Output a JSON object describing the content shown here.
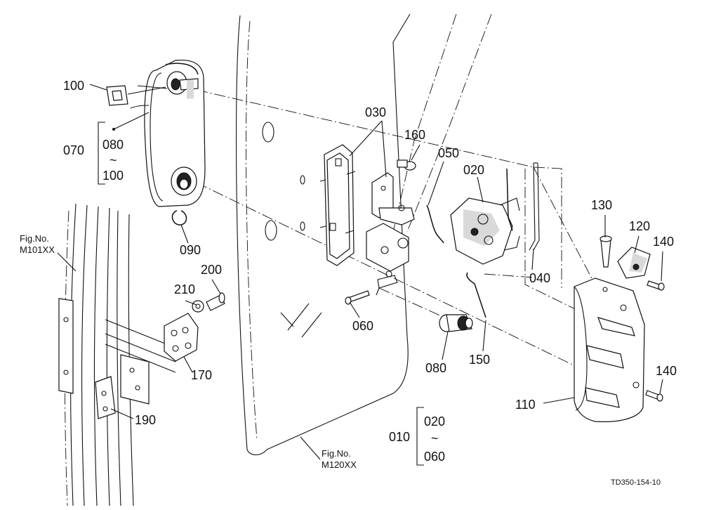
{
  "figure": {
    "code": "TD350-154-10"
  },
  "part_labels": {
    "p010": "010",
    "p020_main": "020",
    "p020_group": "020",
    "p030": "030",
    "p040": "040",
    "p050": "050",
    "p060_main": "060",
    "p060_group": "060",
    "p070": "070",
    "p080_main": "080",
    "p080_group": "080",
    "p090": "090",
    "p100_main": "100",
    "p100_group": "100",
    "p110": "110",
    "p120": "120",
    "p130": "130",
    "p140_top": "140",
    "p140_bottom": "140",
    "p150": "150",
    "p160": "160",
    "p170": "170",
    "p190": "190",
    "p200": "200",
    "p210": "210",
    "tilde_a": "~",
    "tilde_b": "~"
  },
  "references": {
    "m101_line1": "Fig.No.",
    "m101_line2": "M101XX",
    "m120_line1": "Fig.No.",
    "m120_line2": "M120XX"
  }
}
